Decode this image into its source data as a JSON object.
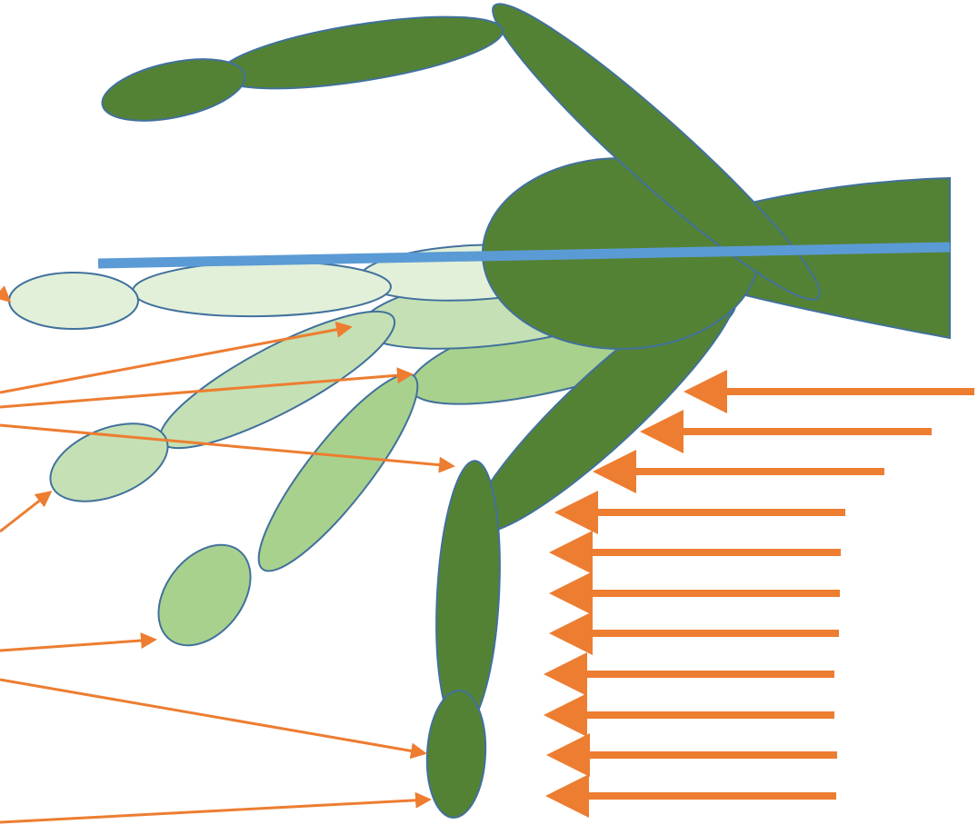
{
  "colors": {
    "background": "#ffffff",
    "dark_green": "#548235",
    "mid_green": "#A9D18E",
    "light_green": "#C5E0B4",
    "pale_green": "#E2F0D9",
    "outline_blue": "#41719C",
    "axis_line_blue": "#5B9BD5",
    "arrow_orange": "#ED7D31"
  },
  "diagram": {
    "description_labels": [],
    "segments": [
      {
        "name": "upper-raised-limb",
        "shade": "dark_green"
      },
      {
        "name": "upper-limb-tip",
        "shade": "dark_green"
      },
      {
        "name": "central-body",
        "shade": "dark_green"
      },
      {
        "name": "right-extension",
        "shade": "dark_green"
      },
      {
        "name": "lower-limb",
        "shade": "dark_green"
      },
      {
        "name": "lower-limb-tip",
        "shade": "dark_green"
      },
      {
        "name": "ghost-position-1",
        "shade": "pale_green"
      },
      {
        "name": "ghost-position-2",
        "shade": "light_green"
      },
      {
        "name": "ghost-position-3",
        "shade": "mid_green"
      }
    ],
    "incoming_arrow_count": 11,
    "pointer_arrow_count": 8
  }
}
